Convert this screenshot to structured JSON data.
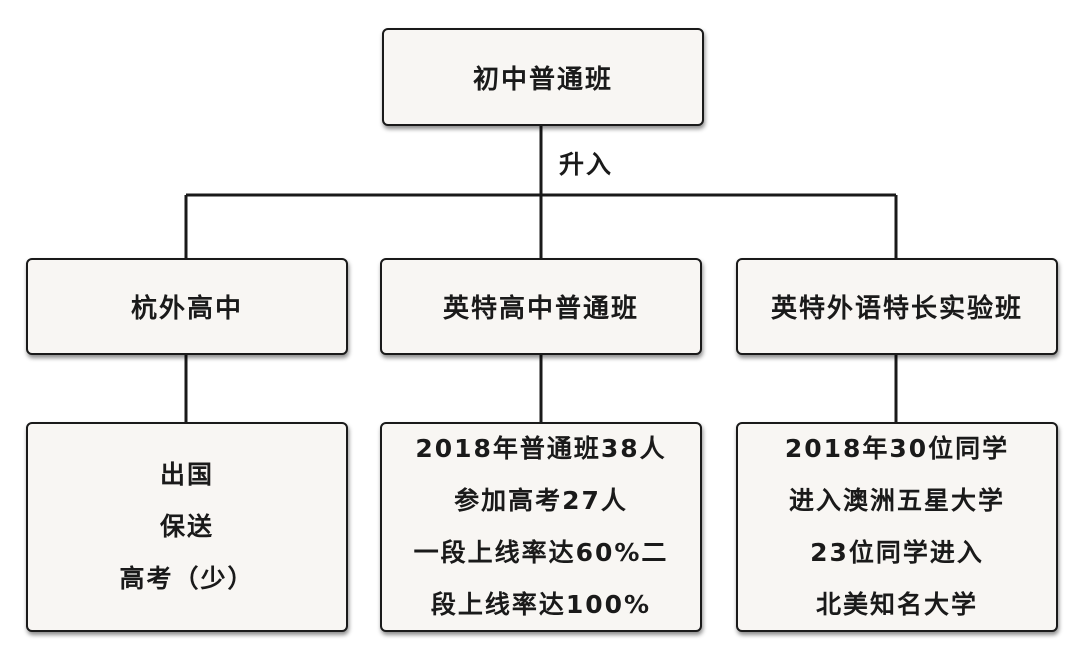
{
  "root": {
    "label": "初中普通班"
  },
  "edge_label": "升入",
  "schools": [
    {
      "name": "杭外高中",
      "details": [
        "出国",
        "保送",
        "高考（少）"
      ]
    },
    {
      "name": "英特高中普通班",
      "details": [
        "2018年普通班38人",
        "参加高考27人",
        "一段上线率达60%二",
        "段上线率达100%"
      ]
    },
    {
      "name": "英特外语特长实验班",
      "details": [
        "2018年30位同学",
        "进入澳洲五星大学",
        "23位同学进入",
        "北美知名大学"
      ]
    }
  ]
}
